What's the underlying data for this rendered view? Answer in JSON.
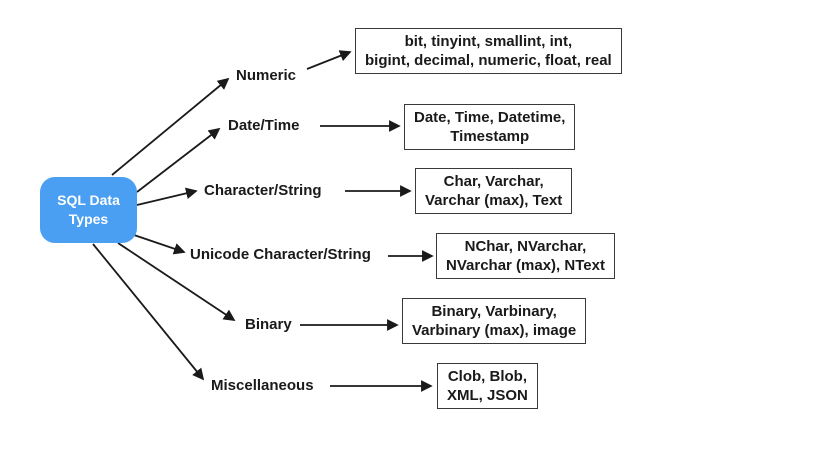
{
  "colors": {
    "root_box_fill": "#4B9FF2",
    "root_box_text": "#FFFFFF",
    "arrow_and_text": "#1A1A1A",
    "type_box_border": "#3A3A3A",
    "type_box_fill": "#FFFFFF",
    "background": "#FFFFFF"
  },
  "root": {
    "label": "SQL Data\nTypes"
  },
  "categories": [
    {
      "label": "Numeric",
      "types_line1": "bit, tinyint, smallint, int,",
      "types_line2": "bigint, decimal, numeric, float, real"
    },
    {
      "label": "Date/Time",
      "types_line1": "Date, Time, Datetime,",
      "types_line2": "Timestamp"
    },
    {
      "label": "Character/String",
      "types_line1": "Char, Varchar,",
      "types_line2": "Varchar (max), Text"
    },
    {
      "label": "Unicode Character/String",
      "types_line1": "NChar, NVarchar,",
      "types_line2": "NVarchar (max), NText"
    },
    {
      "label": "Binary",
      "types_line1": "Binary, Varbinary,",
      "types_line2": "Varbinary (max), image"
    },
    {
      "label": "Miscellaneous",
      "types_line1": "Clob, Blob,",
      "types_line2": "XML, JSON"
    }
  ]
}
